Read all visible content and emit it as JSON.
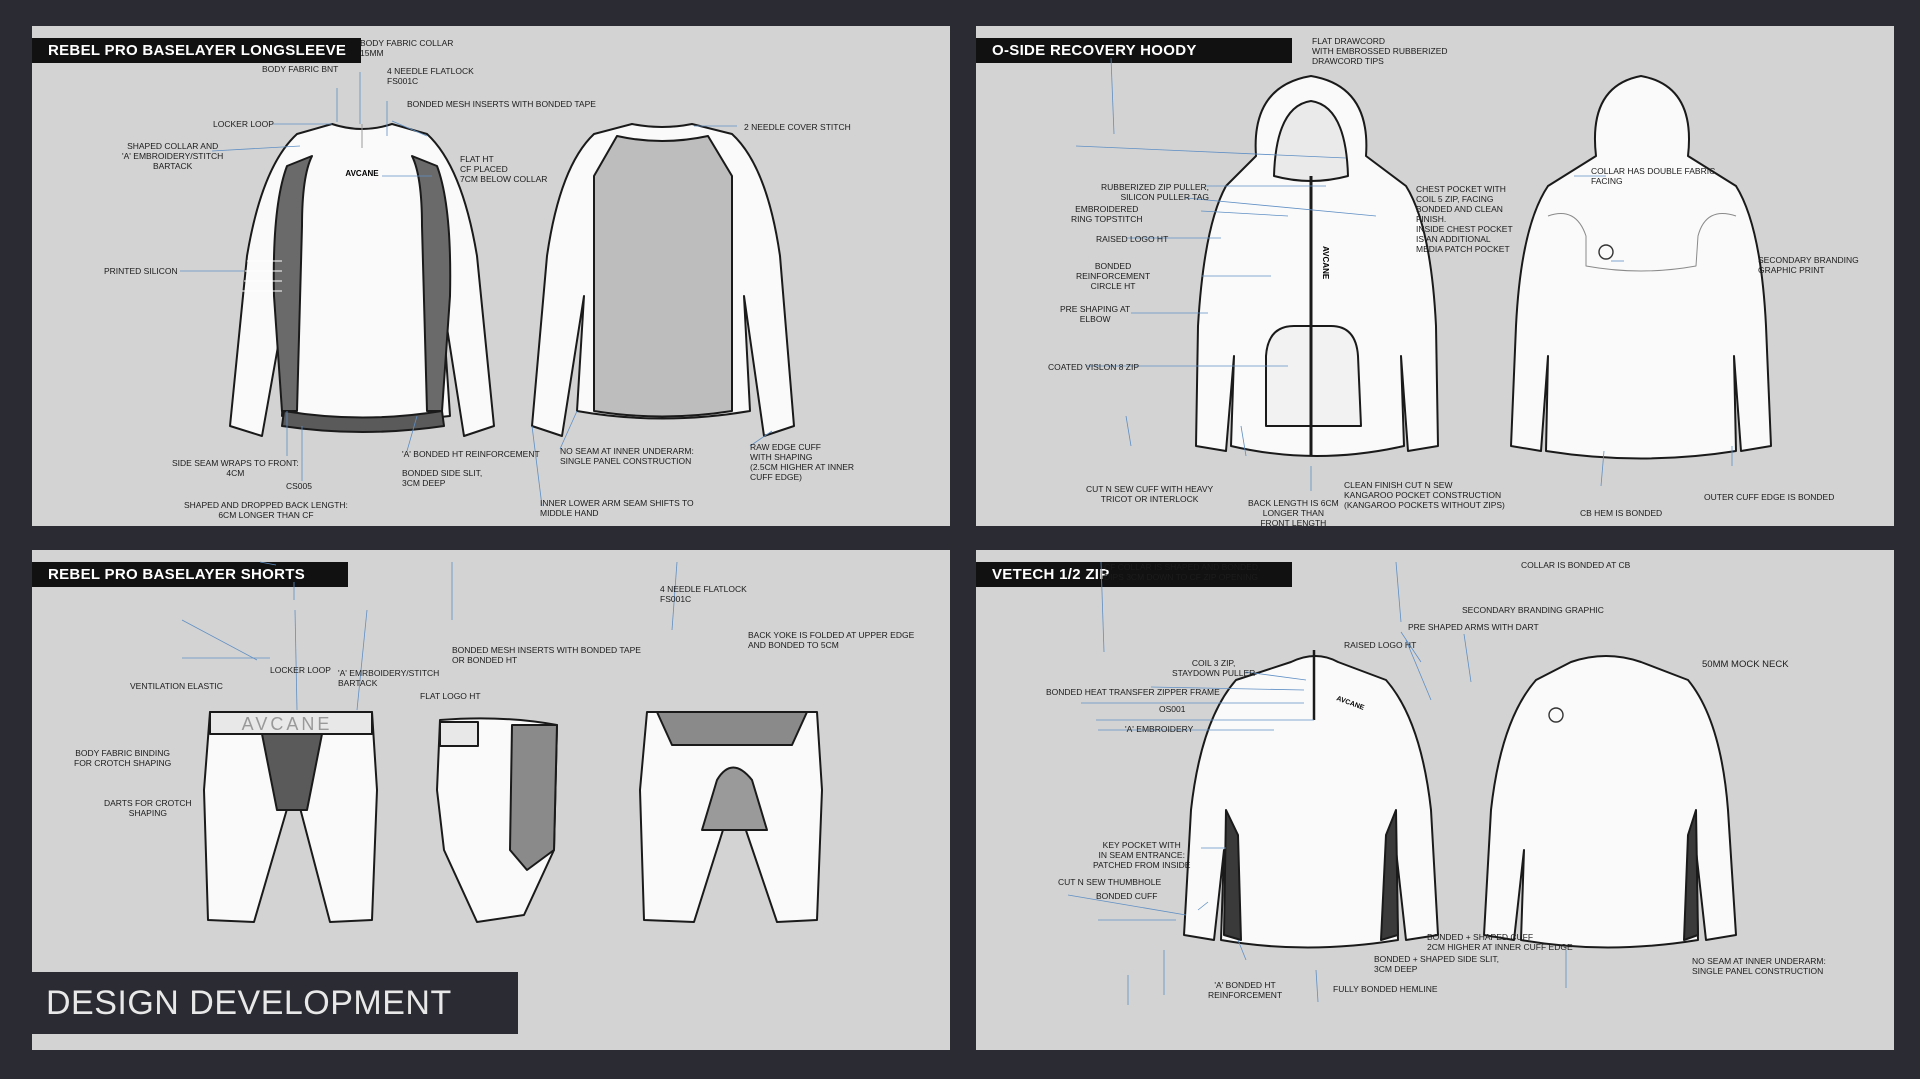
{
  "panels": {
    "longsleeve": {
      "title": "REBEL PRO BASELAYER LONGSLEEVE",
      "logo": "AVCANE",
      "labels": {
        "body_fabric_collar": "BODY FABRIC COLLAR\n15mm",
        "body_fabric_bnt": "BODY FABRIC BNT",
        "needle4": "4 NEEDLE FLATLOCK\nFS001C",
        "bonded_mesh": "BONDED MESH INSERTS WITH BONDED TAPE",
        "locker_loop": "LOCKER LOOP",
        "shaped_collar": "SHAPED COLLAR AND\n'A' EMBROIDERY/STITCH\nBARTACK",
        "flat_ht": "FLAT HT\nCF PLACED\n7CM BELOW COLLAR",
        "printed_silicon": "PRINTED SILICON",
        "cover_stitch": "2 NEEDLE COVER STITCH",
        "side_seam": "SIDE SEAM WRAPS TO FRONT:\n4CM",
        "cs005": "CS005",
        "dropped_back": "SHAPED AND DROPPED BACK LENGTH:\n6CM LONGER THAN CF",
        "a_bonded": "'A' BONDED HT REINFORCEMENT",
        "side_slit": "BONDED SIDE SLIT,\n3CM DEEP",
        "no_seam": "NO SEAM AT INNER UNDERARM:\nSINGLE PANEL CONSTRUCTION",
        "inner_lower": "INNER LOWER ARM SEAM SHIFTS TO\nMIDDLE HAND",
        "raw_edge": "RAW EDGE CUFF\nWITH SHAPING\n(2.5CM HIGHER AT INNER\nCUFF EDGE)"
      }
    },
    "hoody": {
      "title": "O-SIDE RECOVERY HOODY",
      "logo": "AVCANE",
      "labels": {
        "drawcord": "FLAT DRAWCORD\nWITH EMBROSSED RUBBERIZED\nDRAWCORD TIPS",
        "zip_puller": "RUBBERIZED ZIP PULLER,\nSILICON PULLER TAG",
        "ring": "EMBROIDERED\nRING TOPSTITCH",
        "raised_logo": "RAISED LOGO HT",
        "bonded_reinf": "BONDED\nREINFORCEMENT\nCIRCLE HT",
        "pre_shaping": "PRE SHAPING AT\nELBOW",
        "coated_zip": "COATED VISLON 8 ZIP",
        "chest_pocket": "CHEST POCKET WITH\nCOIL 5 ZIP, FACING\nBONDED AND CLEAN\nFINISH.\nINSIDE CHEST POCKET\nIS AN ADDITIONAL\nMEDIA PATCH POCKET",
        "collar_double": "COLLAR HAS DOUBLE FABRIC\nFACING",
        "secondary": "SECONDARY BRANDING\nGRAPHIC PRINT",
        "cut_sew_cuff": "CUT N SEW CUFF WITH HEAVY\nTRICOT OR INTERLOCK",
        "back_length": "BACK LENGTH IS 6CM\nLONGER THAN\nFRONT LENGTH",
        "clean_finish": "CLEAN FINISH CUT N SEW\nKANGAROO POCKET CONSTRUCTION\n(KANGAROO POCKETS WITHOUT ZIPS)",
        "cb_hem": "CB HEM IS BONDED",
        "outer_cuff": "OUTER CUFF EDGE IS BONDED"
      }
    },
    "shorts": {
      "title": "REBEL PRO BASELAYER SHORTS",
      "logo": "AVCANE",
      "labels": {
        "locker_loop": "LOCKER LOOP",
        "ventilation": "VENTILATION ELASTIC",
        "a_embroidery": "'A' EMRBOIDERY/STITCH\nBARTACK",
        "bonded_mesh": "BONDED MESH INSERTS WITH BONDED TAPE\nOR BONDED HT",
        "flat_logo": "FLAT LOGO HT",
        "needle4": "4 NEEDLE FLATLOCK\nFS001C",
        "back_yoke": "BACK YOKE IS FOLDED AT UPPER EDGE\nAND BONDED TO 5CM",
        "binding": "BODY FABRIC BINDING\nFOR CROTCH SHAPING",
        "darts": "DARTS FOR CROTCH\nSHAPING"
      }
    },
    "vetech": {
      "title": "VETECH 1/2 ZIP",
      "logo": "AVCANE",
      "labels": {
        "cf_collar": "CF COLLAR IS SHAPED AND BONDED,\nDIPS 3CM DOWN TO CF ZIP OPENING",
        "collar_cb": "COLLAR IS BONDED AT CB",
        "secondary": "SECONDARY BRANDING GRAPHIC",
        "pre_shaped": "PRE SHAPED ARMS WITH DART",
        "raised_logo": "RAISED LOGO HT",
        "mock_neck": "50mm MOCK NECK",
        "coil3": "COIL 3 ZIP,\nSTAYDOWN PULLER",
        "heat_transfer": "BONDED HEAT TRANSFER ZIPPER FRAME",
        "os001": "OS001",
        "a_embroidery": "'A' EMBROIDERY",
        "key_pocket": "KEY POCKET WITH\nIN SEAM ENTRANCE:\nPATCHED FROM INSIDE",
        "thumbhole": "CUT N SEW THUMBHOLE",
        "bonded_cuff": "BONDED CUFF",
        "bonded_shaped_cuff": "BONDED + SHAPED CUFF\n2CM HIGHER AT INNER CUFF EDGE",
        "side_slit": "BONDED + SHAPED SIDE SLIT,\n3CM DEEP",
        "a_bonded": "'A' BONDED HT\nREINFORCEMENT",
        "hemline": "FULLY BONDED HEMLINE",
        "no_seam": "NO SEAM AT INNER UNDERARM:\nSINGLE PANEL CONSTRUCTION"
      }
    }
  },
  "footer": {
    "label": "DESIGN DEVELOPMENT"
  },
  "colors": {
    "panel": "#d3d3d3",
    "background": "#2b2b33",
    "title_bar": "#111111",
    "leader": "#5f8fc4"
  }
}
